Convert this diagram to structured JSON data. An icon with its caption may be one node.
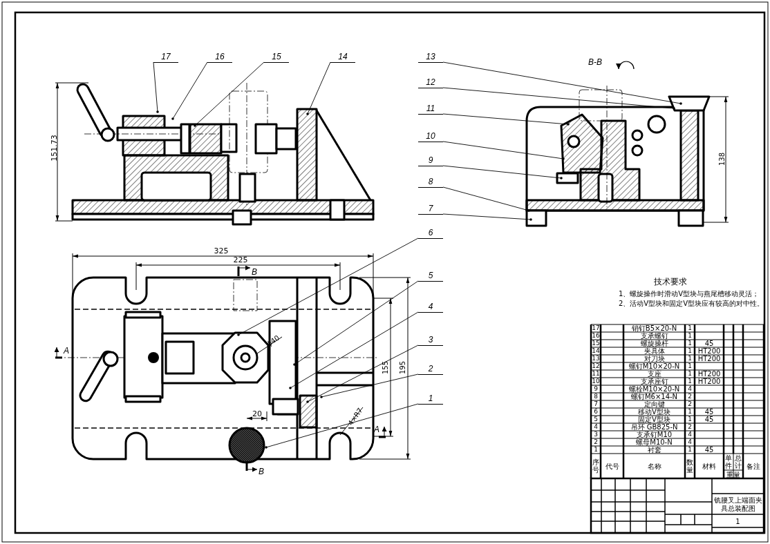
{
  "diagram": {
    "nodes": [
      {
        "text": [
          "17"
        ]
      },
      {
        "text": [
          "16"
        ]
      },
      {
        "text": [
          "15"
        ]
      },
      {
        "text": [
          "14"
        ]
      },
      {
        "text": [
          "13"
        ]
      },
      {
        "text": [
          "12"
        ]
      },
      {
        "text": [
          "11"
        ]
      },
      {
        "text": [
          "10"
        ]
      },
      {
        "text": [
          "9"
        ]
      },
      {
        "text": [
          "8"
        ]
      },
      {
        "text": [
          "7"
        ]
      },
      {
        "text": [
          "6"
        ]
      },
      {
        "text": [
          "5"
        ]
      },
      {
        "text": [
          "4"
        ]
      },
      {
        "text": [
          "3"
        ]
      },
      {
        "text": [
          "2"
        ]
      },
      {
        "text": [
          "1"
        ]
      }
    ],
    "edges": [
      {
        "from": 0,
        "to": null,
        "arrow": "other"
      },
      {
        "from": 1,
        "to": null,
        "arrow": "other"
      },
      {
        "from": 2,
        "to": null,
        "arrow": "other"
      },
      {
        "from": 3,
        "to": null,
        "arrow": "other"
      },
      {
        "from": 4,
        "to": null,
        "arrow": "other"
      },
      {
        "from": 5,
        "to": null,
        "arrow": "other"
      },
      {
        "from": 6,
        "to": null,
        "arrow": "other"
      },
      {
        "from": 7,
        "to": null,
        "arrow": "other"
      },
      {
        "from": 8,
        "to": null,
        "arrow": "other"
      },
      {
        "from": 9,
        "to": null,
        "arrow": "other"
      },
      {
        "from": 10,
        "to": null,
        "arrow": "other"
      },
      {
        "from": 11,
        "to": null,
        "arrow": "other"
      },
      {
        "from": 12,
        "to": null,
        "arrow": "other"
      },
      {
        "from": 13,
        "to": null,
        "arrow": "other"
      },
      {
        "from": 14,
        "to": null,
        "arrow": "other"
      },
      {
        "from": 15,
        "to": null,
        "arrow": "other"
      },
      {
        "from": 16,
        "to": null,
        "arrow": "other"
      }
    ],
    "labels": [
      "B-B",
      "151.73",
      "138",
      "325",
      "225",
      "B",
      "A",
      "ϕ40",
      "155",
      "195",
      "20",
      "A",
      "4×R7",
      "B",
      "技术要求",
      "1、螺旋操作时滑动V型块与燕尾槽移动灵活；",
      "2、活动V型块和固定V型块应有较高的对中性。",
      "17",
      "销钉B5×20-N",
      "1",
      "16",
      "支承螺钉",
      "1",
      "15",
      "螺旋操杆",
      "1",
      "45",
      "14",
      "夹具体",
      "1",
      "HT200",
      "13",
      "对刀块",
      "1",
      "HT200",
      "12",
      "螺钉M10×20-N",
      "1",
      "11",
      "支座",
      "1",
      "HT200",
      "10",
      "支承座钉",
      "1",
      "HT200",
      "9",
      "螺栓M10×20-N",
      "4",
      "8",
      "螺钉M6×14-N",
      "2",
      "7",
      "定向键",
      "2",
      "6",
      "移动V型块",
      "1",
      "45",
      "5",
      "固定V型块",
      "1",
      "45",
      "4",
      "吊环 GB825-N",
      "2",
      "3",
      "支承钉M10",
      "4",
      "2",
      "螺母M10-N",
      "4",
      "1",
      "衬套",
      "1",
      "45",
      "序号",
      "代号",
      "名称",
      "数量",
      "材料",
      "单件",
      "总计",
      "重量",
      "备注",
      "铣腰叉上端面夹具总装配图",
      "1"
    ]
  }
}
